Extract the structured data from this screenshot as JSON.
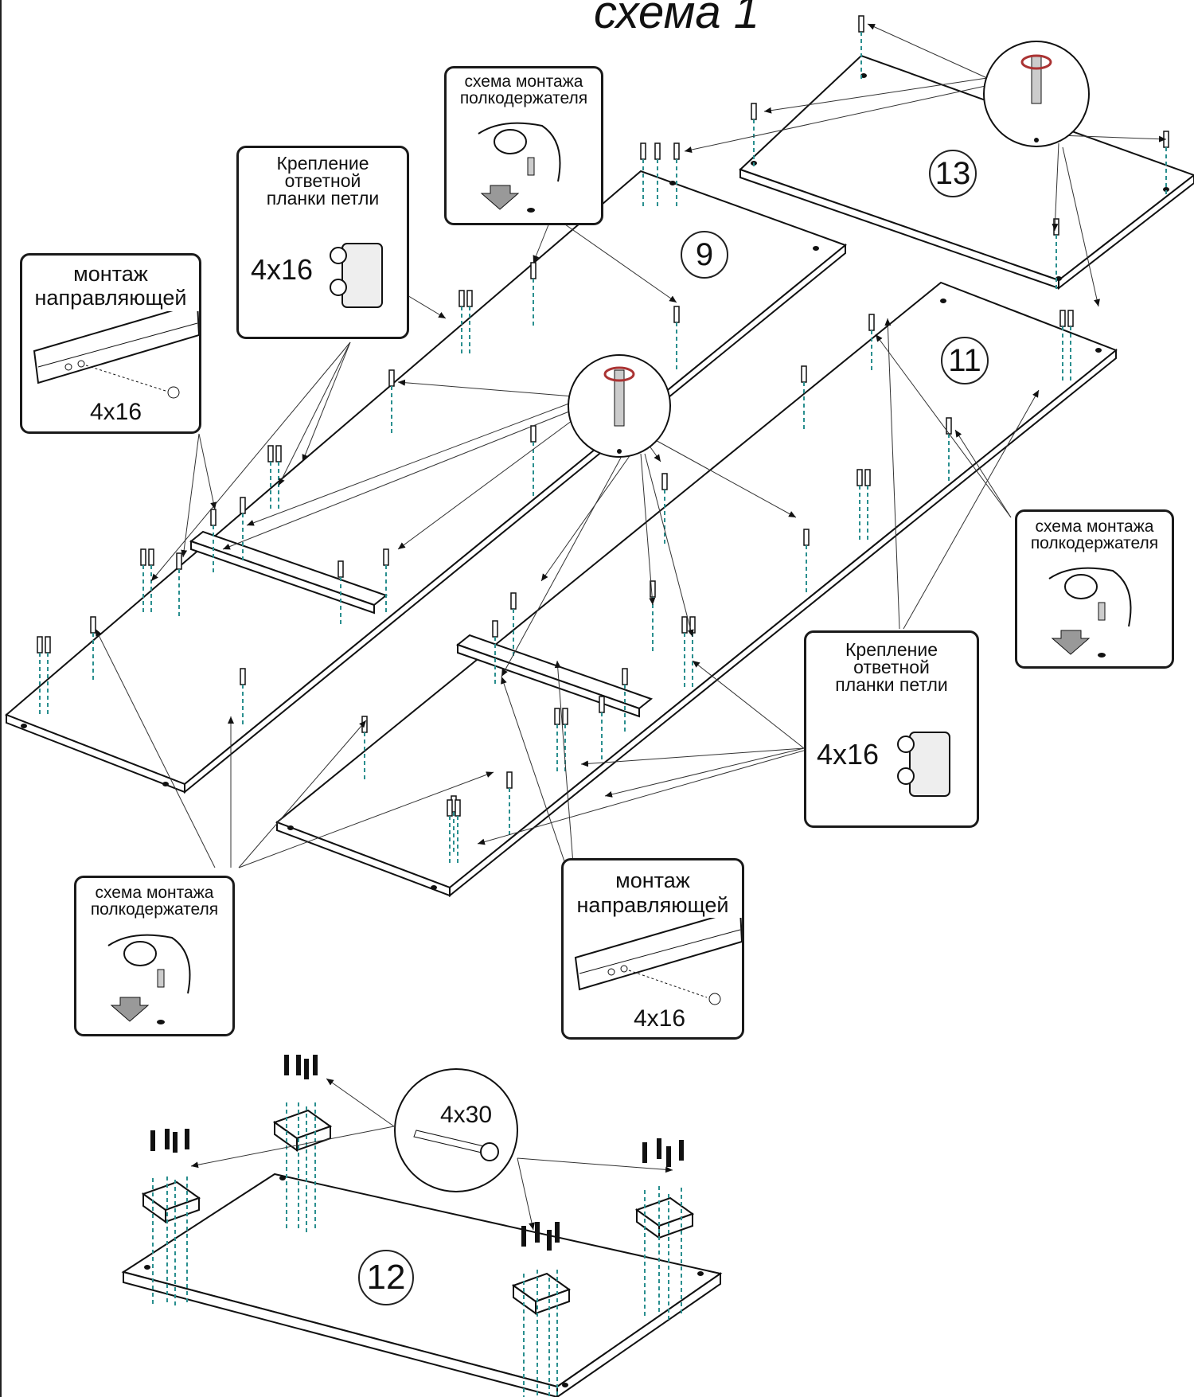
{
  "title": "схема 1",
  "panel_numbers": {
    "p9": "9",
    "p11": "11",
    "p12": "12",
    "p13": "13"
  },
  "callouts": {
    "shelf_holder_top": {
      "line1": "схема монтажа",
      "line2": "полкодержателя"
    },
    "hinge_plate_left": {
      "line1": "Крепление",
      "line2": "ответной",
      "line3": "планки петли",
      "dim": "4х16"
    },
    "rail_left": {
      "line1": "монтаж",
      "line2": "направляющей",
      "dim": "4х16"
    },
    "shelf_holder_right": {
      "line1": "схема монтажа",
      "line2": "полкодержателя"
    },
    "hinge_plate_right": {
      "line1": "Крепление",
      "line2": "ответной",
      "line3": "планки петли",
      "dim": "4х16"
    },
    "shelf_holder_bottom": {
      "line1": "схема монтажа",
      "line2": "полкодержателя"
    },
    "rail_right": {
      "line1": "монтаж",
      "line2": "направляющей",
      "dim": "4х16"
    },
    "screw_4x30": {
      "dim": "4х30"
    }
  },
  "colors": {
    "line": "#1a1a1a",
    "dash": "#2a8f8f",
    "arrow_fill": "#9a9a9a"
  }
}
